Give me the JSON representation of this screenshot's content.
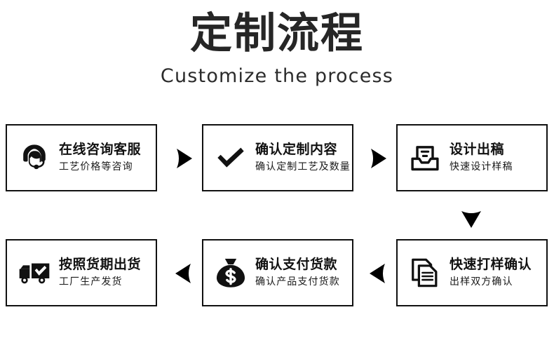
{
  "header": {
    "title": "定制流程",
    "subtitle": "Customize the process"
  },
  "colors": {
    "text": "#1a1a1a",
    "title": "#262626",
    "border": "#111111",
    "background": "#ffffff",
    "arrow": "#000000"
  },
  "steps": [
    {
      "id": "step-1",
      "icon": "headset-support-icon",
      "title": "在线咨询客服",
      "subtitle": "工艺价格等咨询"
    },
    {
      "id": "step-2",
      "icon": "check-mark-icon",
      "title": "确认定制内容",
      "subtitle": "确认定制工艺及数量"
    },
    {
      "id": "step-3",
      "icon": "inbox-tray-icon",
      "title": "设计出稿",
      "subtitle": "快速设计样稿"
    },
    {
      "id": "step-4",
      "icon": "documents-stack-icon",
      "title": "快速打样确认",
      "subtitle": "出样双方确认"
    },
    {
      "id": "step-5",
      "icon": "money-bag-icon",
      "title": "确认支付货款",
      "subtitle": "确认产品支付货款"
    },
    {
      "id": "step-6",
      "icon": "delivery-truck-check-icon",
      "title": "按照货期出货",
      "subtitle": "工厂生产发货"
    }
  ],
  "arrows": [
    {
      "id": "arrow-1",
      "direction": "right",
      "icon": "arrow-right-icon"
    },
    {
      "id": "arrow-2",
      "direction": "right",
      "icon": "arrow-right-icon"
    },
    {
      "id": "arrow-3",
      "direction": "down",
      "icon": "arrow-down-icon"
    },
    {
      "id": "arrow-4",
      "direction": "left",
      "icon": "arrow-left-icon"
    },
    {
      "id": "arrow-5",
      "direction": "left",
      "icon": "arrow-left-icon"
    }
  ]
}
